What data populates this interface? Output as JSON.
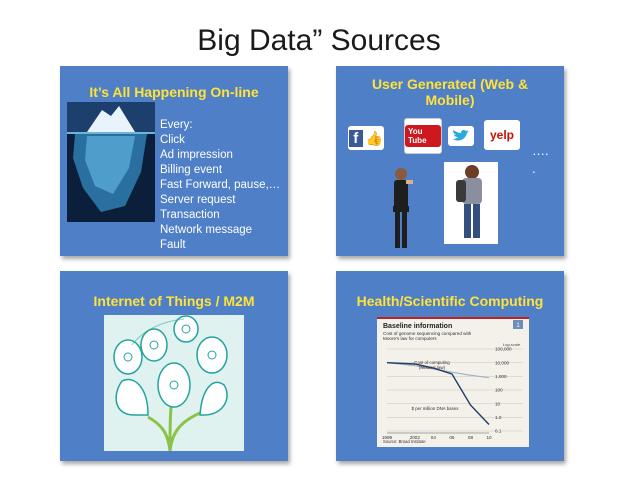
{
  "slide": {
    "title": "Big Data” Sources"
  },
  "panel_online": {
    "title": "It’s All Happening On-line",
    "items": [
      "Every:",
      "Click",
      "Ad impression",
      "Billing event",
      "Fast Forward, pause,…",
      "Server request",
      "Transaction",
      "Network message",
      "Fault",
      "…"
    ]
  },
  "panel_user": {
    "title": "User Generated (Web & Mobile)",
    "logos": {
      "youtube": "You Tube",
      "yelp": "yelp"
    },
    "more": "….",
    "more2": "."
  },
  "panel_iot": {
    "title": "Internet of Things / M2M"
  },
  "panel_health": {
    "title": "Health/Scientific Computing",
    "chart": {
      "header": "Baseline information",
      "subtitle_1": "Cost of genome sequencing compared with",
      "subtitle_2": "Moore's law for computers",
      "badge": "1",
      "scale_note": "Log scale",
      "series_label_1a": "Cost of computing",
      "series_label_1b": "(Moore's law)",
      "series_label_2": "$ per million DNA bases",
      "source": "Source: Broad Institute",
      "x_ticks": [
        "1999",
        "2002",
        "04",
        "06",
        "08",
        "10"
      ],
      "y_ticks": [
        "100,000",
        "10,000",
        "1,000",
        "100",
        "10",
        "1.0",
        "0.1"
      ]
    }
  },
  "chart_data": {
    "type": "line",
    "title": "Baseline information",
    "subtitle": "Cost of genome sequencing compared with Moore's law for computers",
    "x": [
      1999,
      2002,
      2004,
      2006,
      2008,
      2010
    ],
    "y_scale": "log",
    "ylim": [
      0.1,
      100000
    ],
    "series": [
      {
        "name": "Cost of computing (Moore's law)",
        "values": [
          10000,
          6000,
          3500,
          2000,
          1200,
          800
        ]
      },
      {
        "name": "$ per million DNA bases",
        "values": [
          10000,
          8000,
          4000,
          1500,
          8,
          0.3
        ]
      }
    ],
    "colors": {
      "moore": "#9fb4c8",
      "dna": "#1f3d66"
    }
  }
}
